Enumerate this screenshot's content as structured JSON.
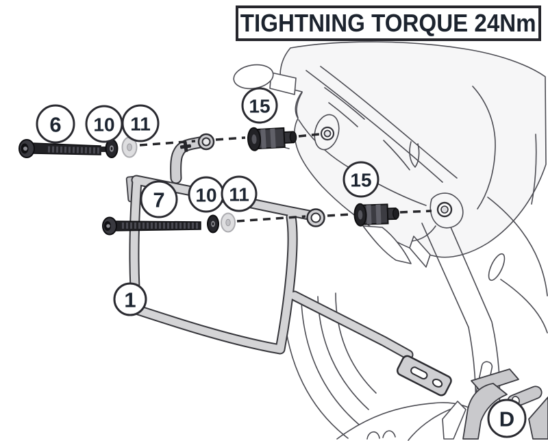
{
  "title": {
    "text": "TIGHTNING TORQUE 24Nm",
    "torque_value": "24Nm"
  },
  "callouts": [
    {
      "id": "callout-6-bolt-upper",
      "label": "6"
    },
    {
      "id": "callout-10-washer-upper",
      "label": "10"
    },
    {
      "id": "callout-11-spacer-upper",
      "label": "11"
    },
    {
      "id": "callout-15-grommet-upper",
      "label": "15"
    },
    {
      "id": "callout-7-bolt-lower",
      "label": "7"
    },
    {
      "id": "callout-10-washer-lower",
      "label": "10"
    },
    {
      "id": "callout-11-spacer-lower",
      "label": "11"
    },
    {
      "id": "callout-15-grommet-lower",
      "label": "15"
    },
    {
      "id": "callout-1-side-frame",
      "label": "1"
    },
    {
      "id": "callout-D-detail",
      "label": "D"
    }
  ],
  "colors": {
    "background": "#ffffff",
    "line_art": "#4b4b52",
    "callout_text": "#1d2531",
    "title_border": "#26262c",
    "frame_tube_fill": "#d4d4d6",
    "frame_tube_outline": "#36363b",
    "hardware_dark": "#2c2c30",
    "spacer_light": "#dedee0"
  }
}
